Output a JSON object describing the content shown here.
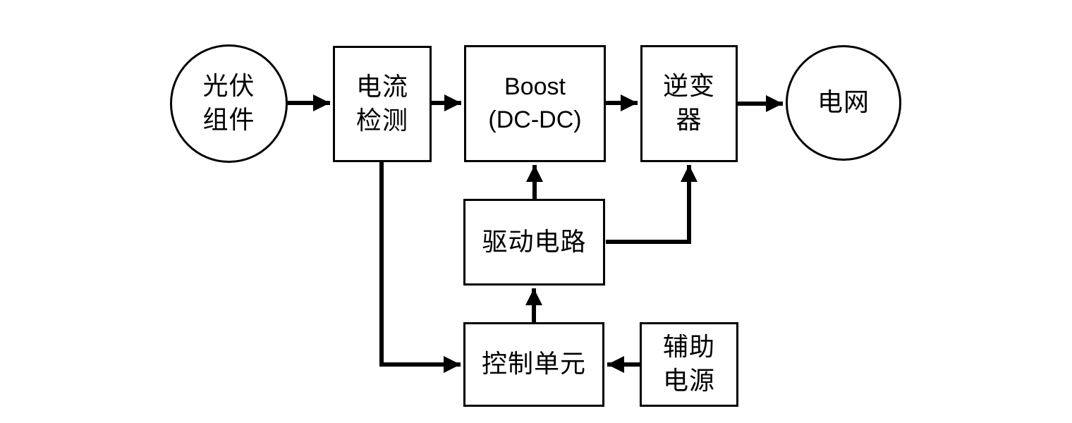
{
  "diagram": {
    "type": "block-diagram",
    "subject": "photovoltaic grid-connected system",
    "colors": {
      "stroke": "#000000",
      "text": "#000000",
      "background": "#ffffff"
    },
    "nodes": {
      "pv_module": {
        "label": "光伏\n组件",
        "shape": "circle"
      },
      "current_detection": {
        "label": "电流\n检测",
        "shape": "rect"
      },
      "boost": {
        "label": "Boost\n(DC-DC)",
        "shape": "rect"
      },
      "inverter": {
        "label": "逆变\n器",
        "shape": "rect"
      },
      "grid": {
        "label": "电网",
        "shape": "circle"
      },
      "drive_circuit": {
        "label": "驱动电路",
        "shape": "rect"
      },
      "control_unit": {
        "label": "控制单元",
        "shape": "rect"
      },
      "auxiliary_power": {
        "label": "辅助\n电源",
        "shape": "rect"
      }
    },
    "edges": [
      {
        "from": "pv_module",
        "to": "current_detection",
        "style": "straight-right"
      },
      {
        "from": "current_detection",
        "to": "boost",
        "style": "straight-right"
      },
      {
        "from": "boost",
        "to": "inverter",
        "style": "straight-right"
      },
      {
        "from": "inverter",
        "to": "grid",
        "style": "straight-right"
      },
      {
        "from": "drive_circuit",
        "to": "boost",
        "style": "straight-up"
      },
      {
        "from": "drive_circuit",
        "to": "inverter",
        "style": "elbow-right-up"
      },
      {
        "from": "control_unit",
        "to": "drive_circuit",
        "style": "straight-up"
      },
      {
        "from": "current_detection",
        "to": "control_unit",
        "style": "elbow-down-right"
      },
      {
        "from": "auxiliary_power",
        "to": "control_unit",
        "style": "straight-left"
      }
    ]
  }
}
